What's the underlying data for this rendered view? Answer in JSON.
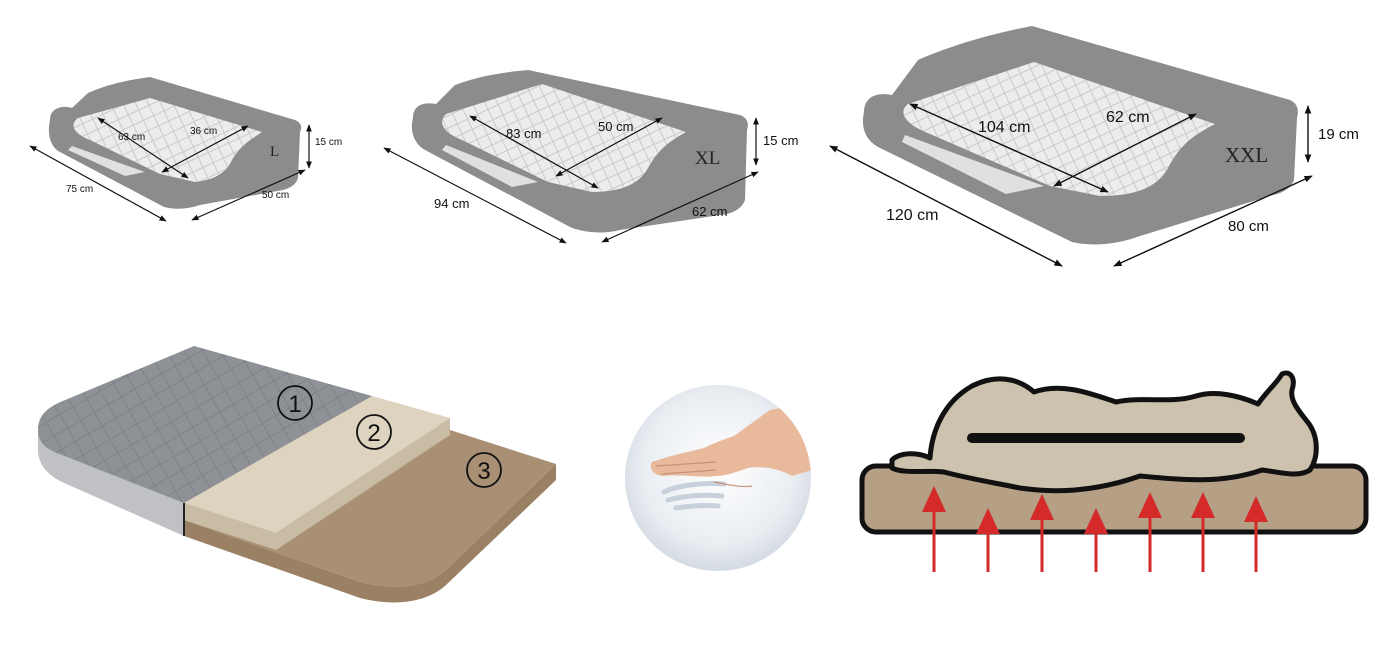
{
  "beds": [
    {
      "size": "L",
      "inner_length": "63 cm",
      "inner_width": "36 cm",
      "height": "15 cm",
      "outer_length": "75 cm",
      "outer_width": "50 cm"
    },
    {
      "size": "XL",
      "inner_length": "83 cm",
      "inner_width": "50 cm",
      "height": "15 cm",
      "outer_length": "94 cm",
      "outer_width": "62 cm"
    },
    {
      "size": "XXL",
      "inner_length": "104 cm",
      "inner_width": "62 cm",
      "height": "19 cm",
      "outer_length": "120 cm",
      "outer_width": "80 cm"
    }
  ],
  "layers": [
    "1",
    "2",
    "3"
  ],
  "colors": {
    "frame": "#8c8c8c",
    "cushion": "#e6e6e6",
    "cover": "#8e9297",
    "foam_light": "#ddd3bf",
    "foam_dark": "#a98f73",
    "dog": "#cdc2ad",
    "mattress": "#b5a085",
    "arrow": "#d42a2a"
  },
  "icons": [
    "hand-pressing-memory-foam",
    "dog-lying-on-mattress",
    "support-arrow"
  ]
}
